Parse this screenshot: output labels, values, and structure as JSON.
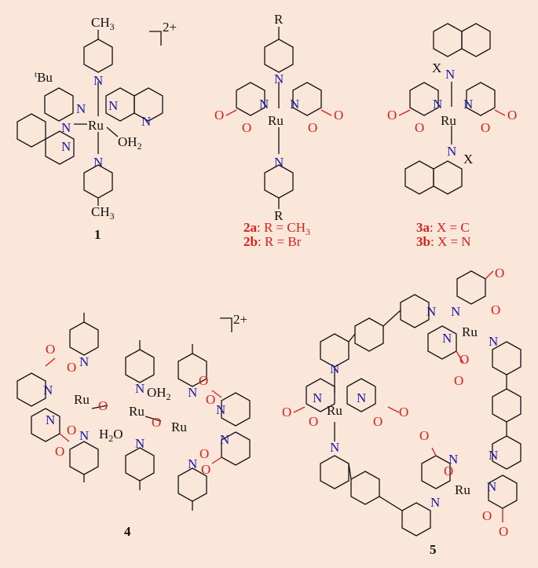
{
  "c1": {
    "me_top": "CH",
    "me_top_sub": "3",
    "charge": "2+",
    "tbu": "Bu",
    "tbu_sup": "t",
    "ru": "Ru",
    "oh2": "OH",
    "oh2_sub": "2",
    "me_bot": "CH",
    "me_bot_sub": "3",
    "label": "1",
    "n": "N"
  },
  "c2": {
    "r_top": "R",
    "ru": "Ru",
    "o": "O",
    "n": "N",
    "r_bot": "R",
    "a_label": "2a",
    "a_text": ": R = CH",
    "a_sub": "3",
    "b_label": "2b",
    "b_text": ": R = Br"
  },
  "c3": {
    "x": "X",
    "ru": "Ru",
    "o": "O",
    "n": "N",
    "a_label": "3a",
    "a_text": ": X = C",
    "b_label": "3b",
    "b_text": ": X = N"
  },
  "c4": {
    "charge": "2+",
    "ru": "Ru",
    "o": "O",
    "oh2": "OH",
    "oh2_sub": "2",
    "h2o": "H",
    "h2o_sub": "2",
    "h2o_end": "O",
    "n": "N",
    "label": "4"
  },
  "c5": {
    "ru": "Ru",
    "o": "O",
    "n": "N",
    "label": "5"
  }
}
